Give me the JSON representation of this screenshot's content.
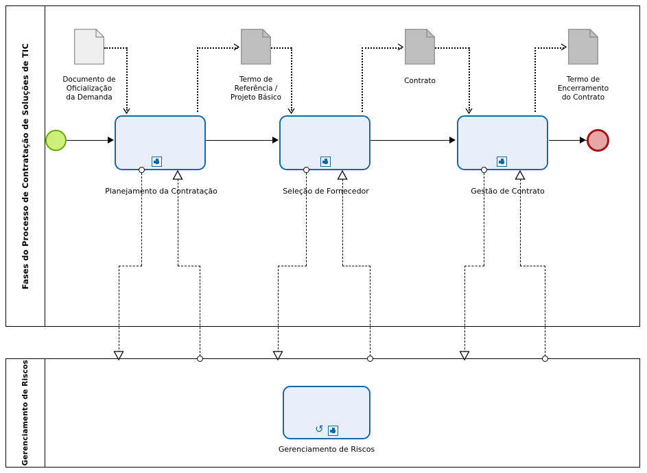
{
  "diagram": {
    "type": "bpmn-process-diagram",
    "pools": [
      {
        "id": "pool-fases",
        "lane_title": "Fases do Processo de Contratação de Soluções de TIC"
      },
      {
        "id": "pool-riscos",
        "lane_title": "Gerenciamento de Riscos"
      }
    ],
    "events": [
      {
        "id": "start",
        "name": "start-event",
        "kind": "start",
        "fill": "#ccf07a",
        "stroke": "#6aa80a"
      },
      {
        "id": "end",
        "name": "end-event",
        "kind": "end",
        "fill": "#e9a6a6",
        "stroke": "#a31515"
      }
    ],
    "tasks": [
      {
        "id": "t1",
        "label": "Planejamento da Contratação",
        "marker": "sub-process-plus"
      },
      {
        "id": "t2",
        "label": "Seleção de Fornecedor",
        "marker": "sub-process-plus"
      },
      {
        "id": "t3",
        "label": "Gestão de Contrato",
        "marker": "sub-process-plus"
      },
      {
        "id": "t4",
        "label": "Gerenciamento de Riscos",
        "marker": "sub-process-plus-loop"
      }
    ],
    "documents": [
      {
        "id": "d1",
        "label": "Documento de\nOficialização\nda Demanda",
        "line1": "Documento de",
        "line2": "Oficialização",
        "line3": "da Demanda",
        "fill": "#eeeeee"
      },
      {
        "id": "d2",
        "label": "Termo de Referência / Projeto Básico",
        "line1": "Termo de",
        "line2": "Referência /",
        "line3": "Projeto Básico",
        "fill": "#bfbfbf"
      },
      {
        "id": "d3",
        "label": "Contrato",
        "line1": "Contrato",
        "line2": "",
        "line3": "",
        "fill": "#bfbfbf"
      },
      {
        "id": "d4",
        "label": "Termo de Encerramento do Contrato",
        "line1": "Termo de",
        "line2": "Encerramento",
        "line3": "do Contrato",
        "fill": "#bfbfbf"
      }
    ],
    "colors": {
      "task_fill": "#e9eefb",
      "task_stroke": "#16699c",
      "pool_stroke": "#000000",
      "doc_stroke": "#808080"
    }
  }
}
